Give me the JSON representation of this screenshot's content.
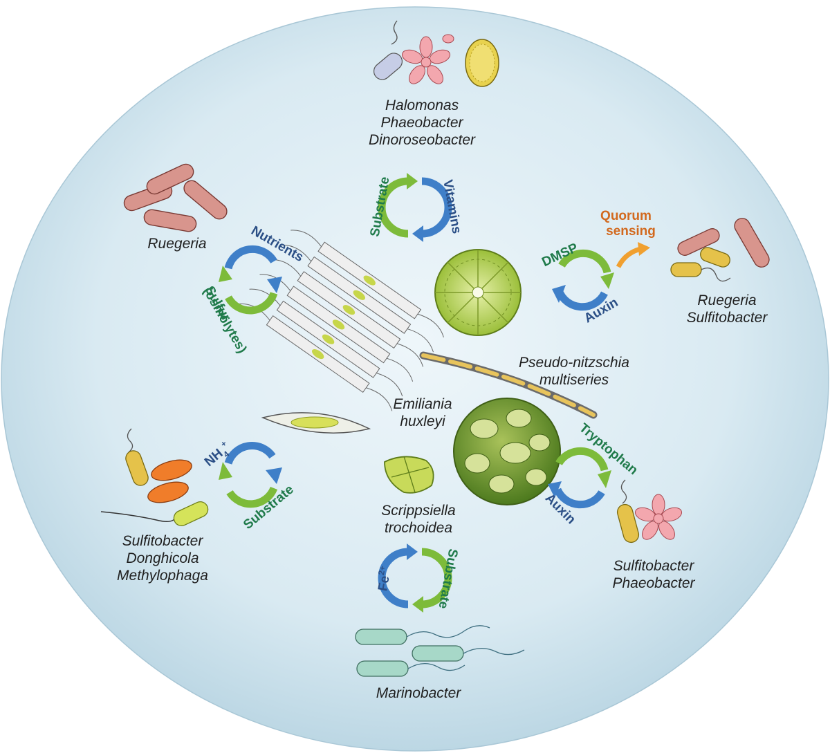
{
  "colors": {
    "green": "#1f7a4a",
    "blue": "#2b4f86",
    "orange": "#d2691e",
    "arrow_blue": "#3f7fc8",
    "arrow_green": "#7dbb3a",
    "background": "#d8eaf1"
  },
  "organism_labels": {
    "top": [
      "Halomonas",
      "Phaeobacter",
      "Dinoroseobacter"
    ],
    "ruegeria_left": [
      "Ruegeria"
    ],
    "right": [
      "Ruegeria",
      "Sulfitobacter"
    ],
    "pseudo_nitzschia": [
      "Pseudo-nitzschia",
      "multiseries"
    ],
    "emiliania": [
      "Emiliania",
      "huxleyi"
    ],
    "scrippsiella": [
      "Scrippsiella",
      "trochoidea"
    ],
    "bottom_left": [
      "Sulfitobacter",
      "Donghicola",
      "Methylophaga"
    ],
    "bottom_right": [
      "Sulfitobacter",
      "Phaeobacter"
    ],
    "bottom": [
      "Marinobacter"
    ]
  },
  "cycles": {
    "top": {
      "left": "Substrate",
      "right": "Vitamins"
    },
    "upper_left": {
      "top": "Nutrients",
      "bottom_1": "Sulfur",
      "bottom_2": "(osmolytes)"
    },
    "upper_right": {
      "top": "DMSP",
      "bottom": "Auxin",
      "extra_1": "Quorum",
      "extra_2": "sensing"
    },
    "lower_left": {
      "top": "NH",
      "sub": "4",
      "sup": "+",
      "bottom": "Substrate"
    },
    "lower_right": {
      "top": "Tryptophan",
      "bottom": "Auxin"
    },
    "bottom": {
      "left": "Fe",
      "sup": "2+",
      "right": "Substrate"
    }
  }
}
